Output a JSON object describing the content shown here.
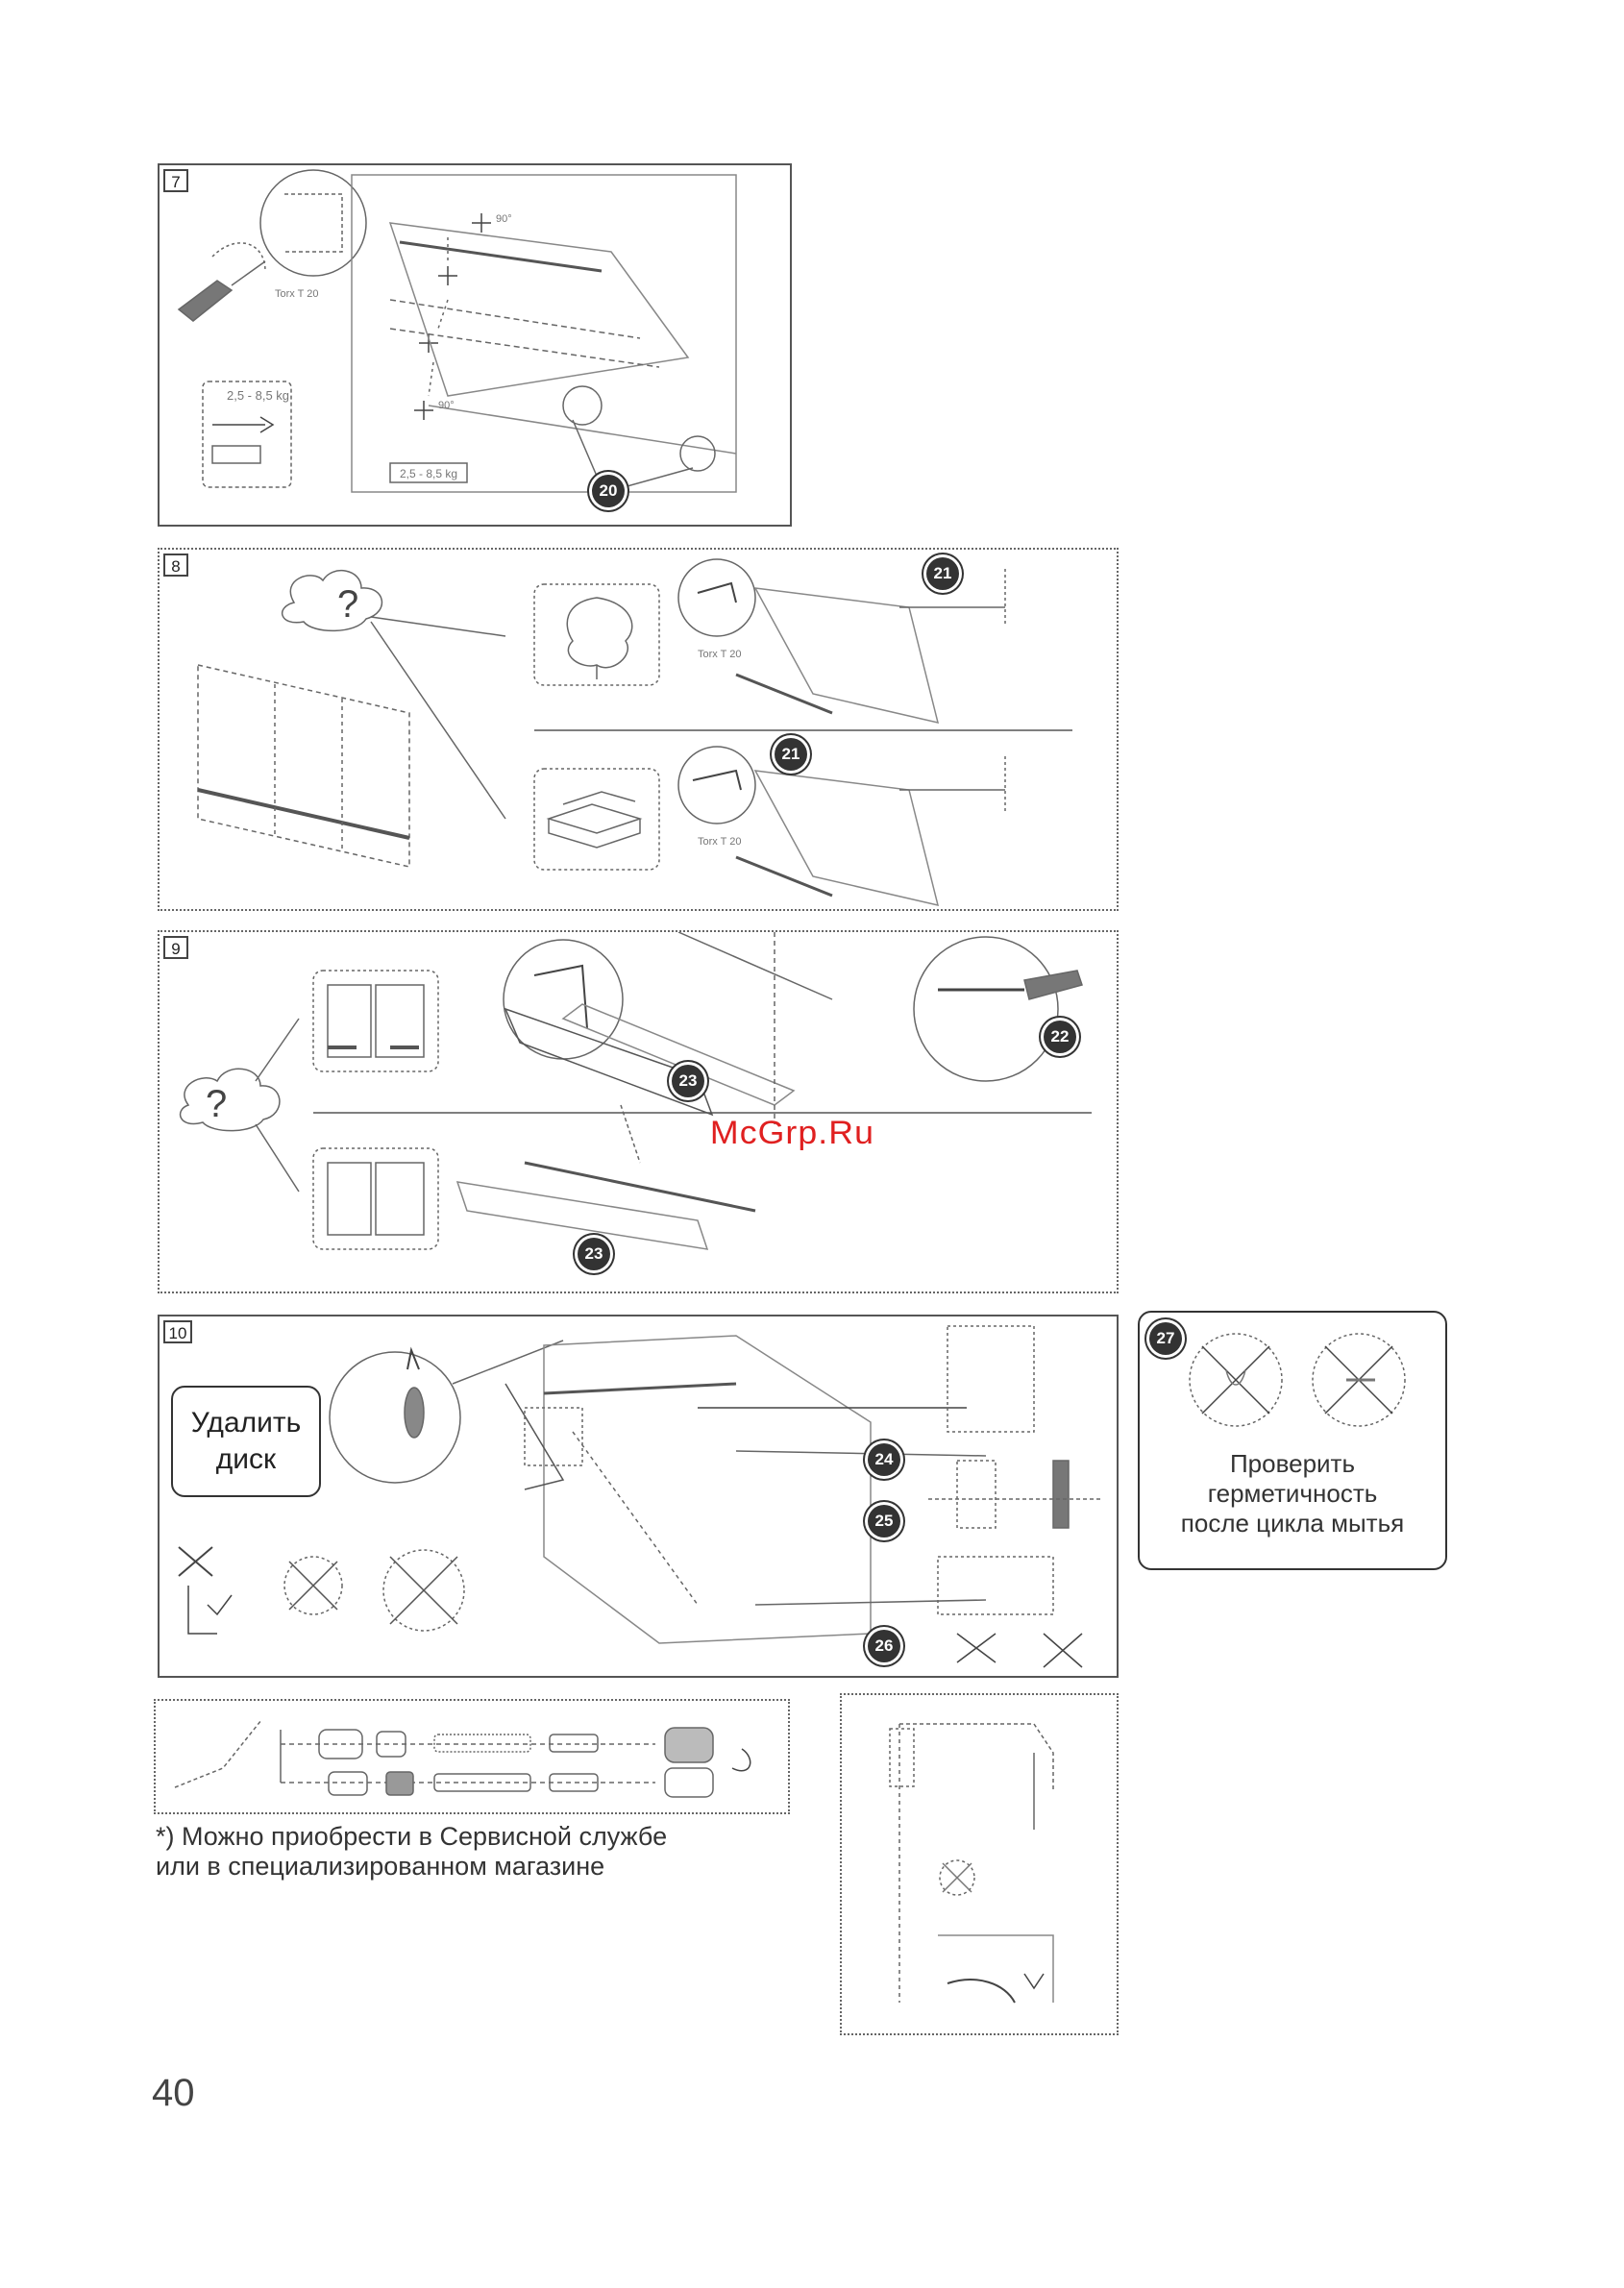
{
  "steps": {
    "s7": "7",
    "s8": "8",
    "s9": "9",
    "s10": "10"
  },
  "labels": {
    "torx": "Torx T 20",
    "weight": "2,5 - 8,5 kg",
    "weight_small": "2,5 - 8,5 kg",
    "angle90": "90°",
    "question": "?"
  },
  "badges": {
    "b20": "20",
    "b21a": "21",
    "b21b": "21",
    "b22": "22",
    "b23a": "23",
    "b23b": "23",
    "b24": "24",
    "b25": "25",
    "b26": "26",
    "b27": "27"
  },
  "callouts": {
    "remove_disk": "Удалить\nдиск",
    "check_seal": "Проверить\nгерметичность\nпосле цикла мытья"
  },
  "footnote": "*)  Можно приобрести в Сервисной службе\n     или в специализированном магазине",
  "watermark": "McGrp.Ru",
  "page_number": "40"
}
